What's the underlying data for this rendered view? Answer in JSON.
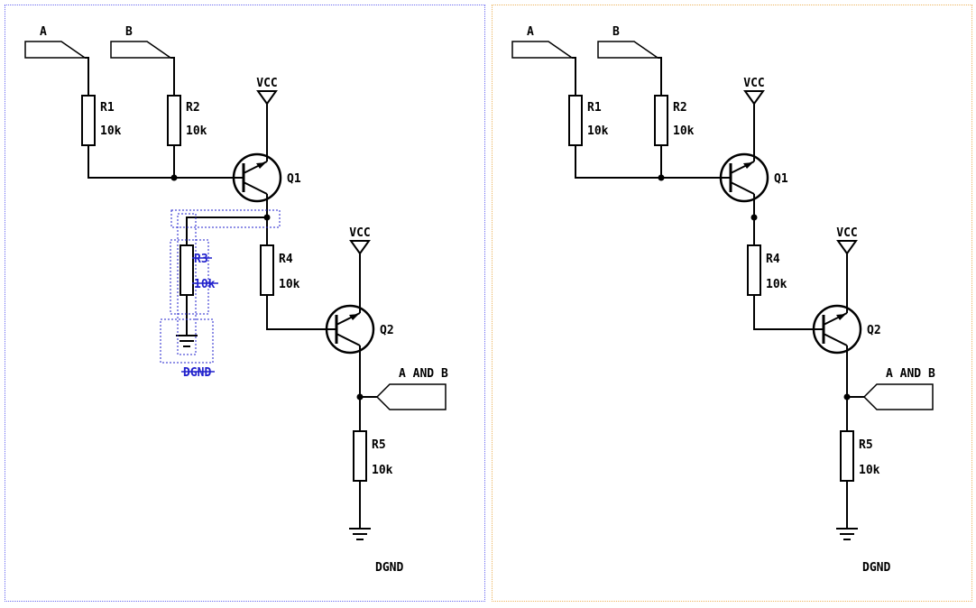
{
  "colors": {
    "wire": "#000000",
    "deleted": "#2020cc",
    "left_panel_border": "#6a6af0",
    "right_panel_border": "#edb45e",
    "background": "#ffffff"
  },
  "left_panel": {
    "labels": {
      "port_a": "A",
      "port_b": "B",
      "r1_ref": "R1",
      "r1_value": "10k",
      "r2_ref": "R2",
      "r2_value": "10k",
      "vcc_q1": "VCC",
      "vcc_q2": "VCC",
      "q1_ref": "Q1",
      "q2_ref": "Q2",
      "r4_ref": "R4",
      "r4_value": "10k",
      "port_out": "A AND B",
      "r5_ref": "R5",
      "r5_value": "10k",
      "gnd": "DGND"
    },
    "deleted_items": {
      "r3_ref": "R3",
      "r3_value": "10k",
      "gnd": "DGND"
    }
  },
  "right_panel": {
    "labels": {
      "port_a": "A",
      "port_b": "B",
      "r1_ref": "R1",
      "r1_value": "10k",
      "r2_ref": "R2",
      "r2_value": "10k",
      "vcc_q1": "VCC",
      "vcc_q2": "VCC",
      "q1_ref": "Q1",
      "q2_ref": "Q2",
      "r4_ref": "R4",
      "r4_value": "10k",
      "port_out": "A AND B",
      "r5_ref": "R5",
      "r5_value": "10k",
      "gnd": "DGND"
    }
  }
}
